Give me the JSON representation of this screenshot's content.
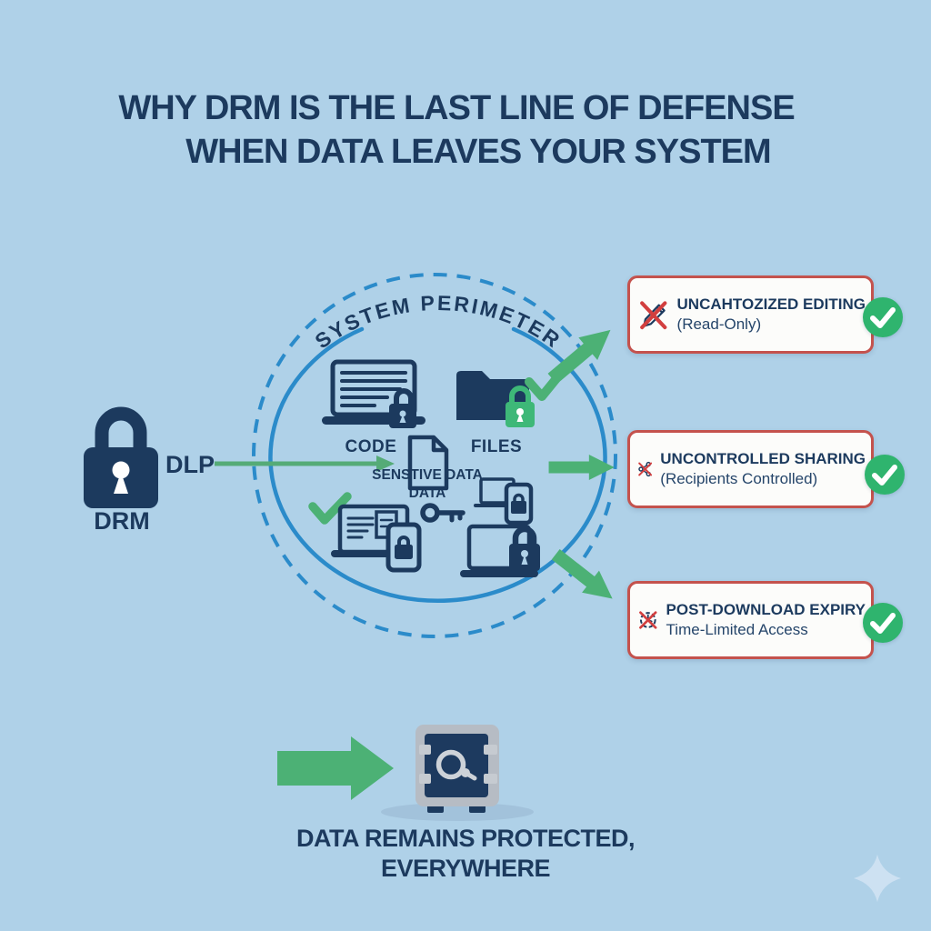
{
  "title": {
    "line1": "WHY DRM IS THE LAST LINE OF DEFENSE",
    "line2": "WHEN DATA LEAVES YOUR SYSTEM"
  },
  "perimeter": {
    "label": "SYSTEM PERIMETER",
    "code_label": "CODE",
    "files_label": "FILES",
    "sensitive_line1": "SENSTIVE DATA",
    "sensitive_line2": "DATA"
  },
  "drm": {
    "label": "DRM"
  },
  "dlp": {
    "label": "DLP"
  },
  "callouts": [
    {
      "icon": "pencil-crossed-icon",
      "title": "UNCAHTOZIZED EDITING",
      "subtitle": "(Read-Only)"
    },
    {
      "icon": "share-crossed-icon",
      "title": "UNCONTROLLED SHARING",
      "subtitle": "(Recipients Controlled)"
    },
    {
      "icon": "clock-crossed-icon",
      "title": "POST-DOWNLOAD EXPIRY",
      "subtitle": "Time-Limited Access"
    }
  ],
  "footer": {
    "line1": "DATA REMAINS PROTECTED,",
    "line2": "EVERYWHERE"
  },
  "colors": {
    "background": "#afd1e8",
    "navy": "#1c3a5e",
    "circle_blue": "#2b8bca",
    "green": "#4cb175",
    "lock_green": "#3eb878",
    "badge_green": "#2fb46e",
    "red_x": "#d23f3f",
    "box_border": "#c4524d",
    "box_bg": "#fcfcfa"
  }
}
